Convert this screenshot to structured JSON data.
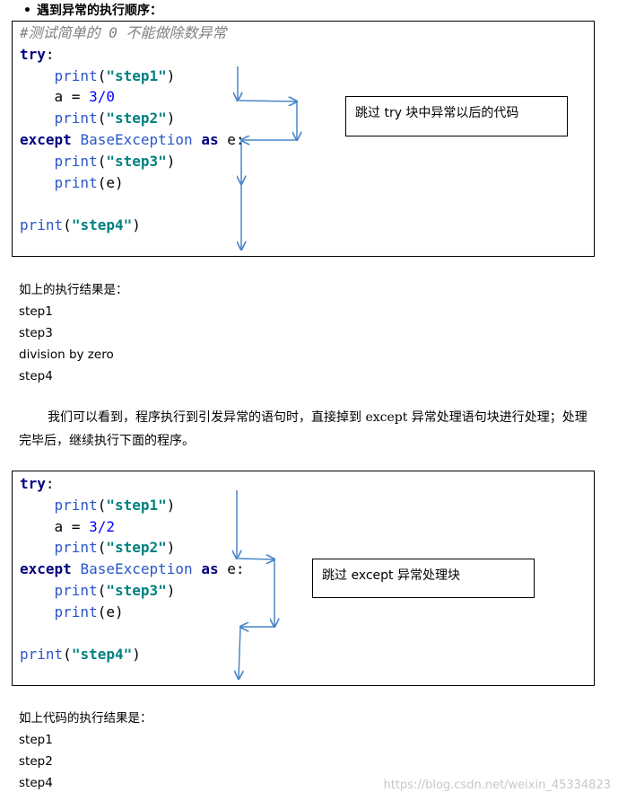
{
  "heading": {
    "bullet": "•",
    "text": "遇到异常的执行顺序："
  },
  "example1": {
    "lines": [
      [
        {
          "t": "cmt",
          "v": "#测试简单的 0 不能做除数异常"
        }
      ],
      [
        {
          "t": "kw",
          "v": "try"
        },
        {
          "t": "op",
          "v": ":"
        }
      ],
      [
        {
          "t": "op",
          "v": "    "
        },
        {
          "t": "fn",
          "v": "print"
        },
        {
          "t": "op",
          "v": "("
        },
        {
          "t": "str",
          "v": "\"step1\""
        },
        {
          "t": "op",
          "v": ")"
        }
      ],
      [
        {
          "t": "op",
          "v": "    a = "
        },
        {
          "t": "num",
          "v": "3/0"
        }
      ],
      [
        {
          "t": "op",
          "v": "    "
        },
        {
          "t": "fn",
          "v": "print"
        },
        {
          "t": "op",
          "v": "("
        },
        {
          "t": "str",
          "v": "\"step2\""
        },
        {
          "t": "op",
          "v": ")"
        }
      ],
      [
        {
          "t": "kw",
          "v": "except"
        },
        {
          "t": "op",
          "v": " "
        },
        {
          "t": "cls",
          "v": "BaseException"
        },
        {
          "t": "op",
          "v": " "
        },
        {
          "t": "kw",
          "v": "as"
        },
        {
          "t": "op",
          "v": " e:"
        }
      ],
      [
        {
          "t": "op",
          "v": "    "
        },
        {
          "t": "fn",
          "v": "print"
        },
        {
          "t": "op",
          "v": "("
        },
        {
          "t": "str",
          "v": "\"step3\""
        },
        {
          "t": "op",
          "v": ")"
        }
      ],
      [
        {
          "t": "op",
          "v": "    "
        },
        {
          "t": "fn",
          "v": "print"
        },
        {
          "t": "op",
          "v": "(e)"
        }
      ],
      [
        {
          "t": "op",
          "v": ""
        }
      ],
      [
        {
          "t": "fn",
          "v": "print"
        },
        {
          "t": "op",
          "v": "("
        },
        {
          "t": "str",
          "v": "\"step4\""
        },
        {
          "t": "op",
          "v": ")"
        }
      ]
    ],
    "note": "跳过 try 块中异常以后的代码",
    "result_title": "如上的执行结果是：",
    "results": [
      "step1",
      "step3",
      "division by zero",
      "step4"
    ]
  },
  "explanation": "我们可以看到，程序执行到引发异常的语句时，直接掉到 except 异常处理语句块进行处理；处理完毕后，继续执行下面的程序。",
  "example2": {
    "lines": [
      [
        {
          "t": "kw",
          "v": "try"
        },
        {
          "t": "op",
          "v": ":"
        }
      ],
      [
        {
          "t": "op",
          "v": "    "
        },
        {
          "t": "fn",
          "v": "print"
        },
        {
          "t": "op",
          "v": "("
        },
        {
          "t": "str",
          "v": "\"step1\""
        },
        {
          "t": "op",
          "v": ")"
        }
      ],
      [
        {
          "t": "op",
          "v": "    a = "
        },
        {
          "t": "num",
          "v": "3/2"
        }
      ],
      [
        {
          "t": "op",
          "v": "    "
        },
        {
          "t": "fn",
          "v": "print"
        },
        {
          "t": "op",
          "v": "("
        },
        {
          "t": "str",
          "v": "\"step2\""
        },
        {
          "t": "op",
          "v": ")"
        }
      ],
      [
        {
          "t": "kw",
          "v": "except"
        },
        {
          "t": "op",
          "v": " "
        },
        {
          "t": "cls",
          "v": "BaseException"
        },
        {
          "t": "op",
          "v": " "
        },
        {
          "t": "kw",
          "v": "as"
        },
        {
          "t": "op",
          "v": " e:"
        }
      ],
      [
        {
          "t": "op",
          "v": "    "
        },
        {
          "t": "fn",
          "v": "print"
        },
        {
          "t": "op",
          "v": "("
        },
        {
          "t": "str",
          "v": "\"step3\""
        },
        {
          "t": "op",
          "v": ")"
        }
      ],
      [
        {
          "t": "op",
          "v": "    "
        },
        {
          "t": "fn",
          "v": "print"
        },
        {
          "t": "op",
          "v": "(e)"
        }
      ],
      [
        {
          "t": "op",
          "v": ""
        }
      ],
      [
        {
          "t": "fn",
          "v": "print"
        },
        {
          "t": "op",
          "v": "("
        },
        {
          "t": "str",
          "v": "\"step4\""
        },
        {
          "t": "op",
          "v": ")"
        }
      ]
    ],
    "note": "跳过 except 异常处理块",
    "result_title": "如上代码的执行结果是：",
    "results": [
      "step1",
      "step2",
      "step4"
    ]
  },
  "watermark": "https://blog.csdn.net/weixin_45334823",
  "colors": {
    "arrow": "#4a86c8",
    "keyword": "#000080",
    "string": "#008080",
    "builtin": "#2b56c8",
    "number": "#0000ff",
    "comment": "#808080"
  }
}
